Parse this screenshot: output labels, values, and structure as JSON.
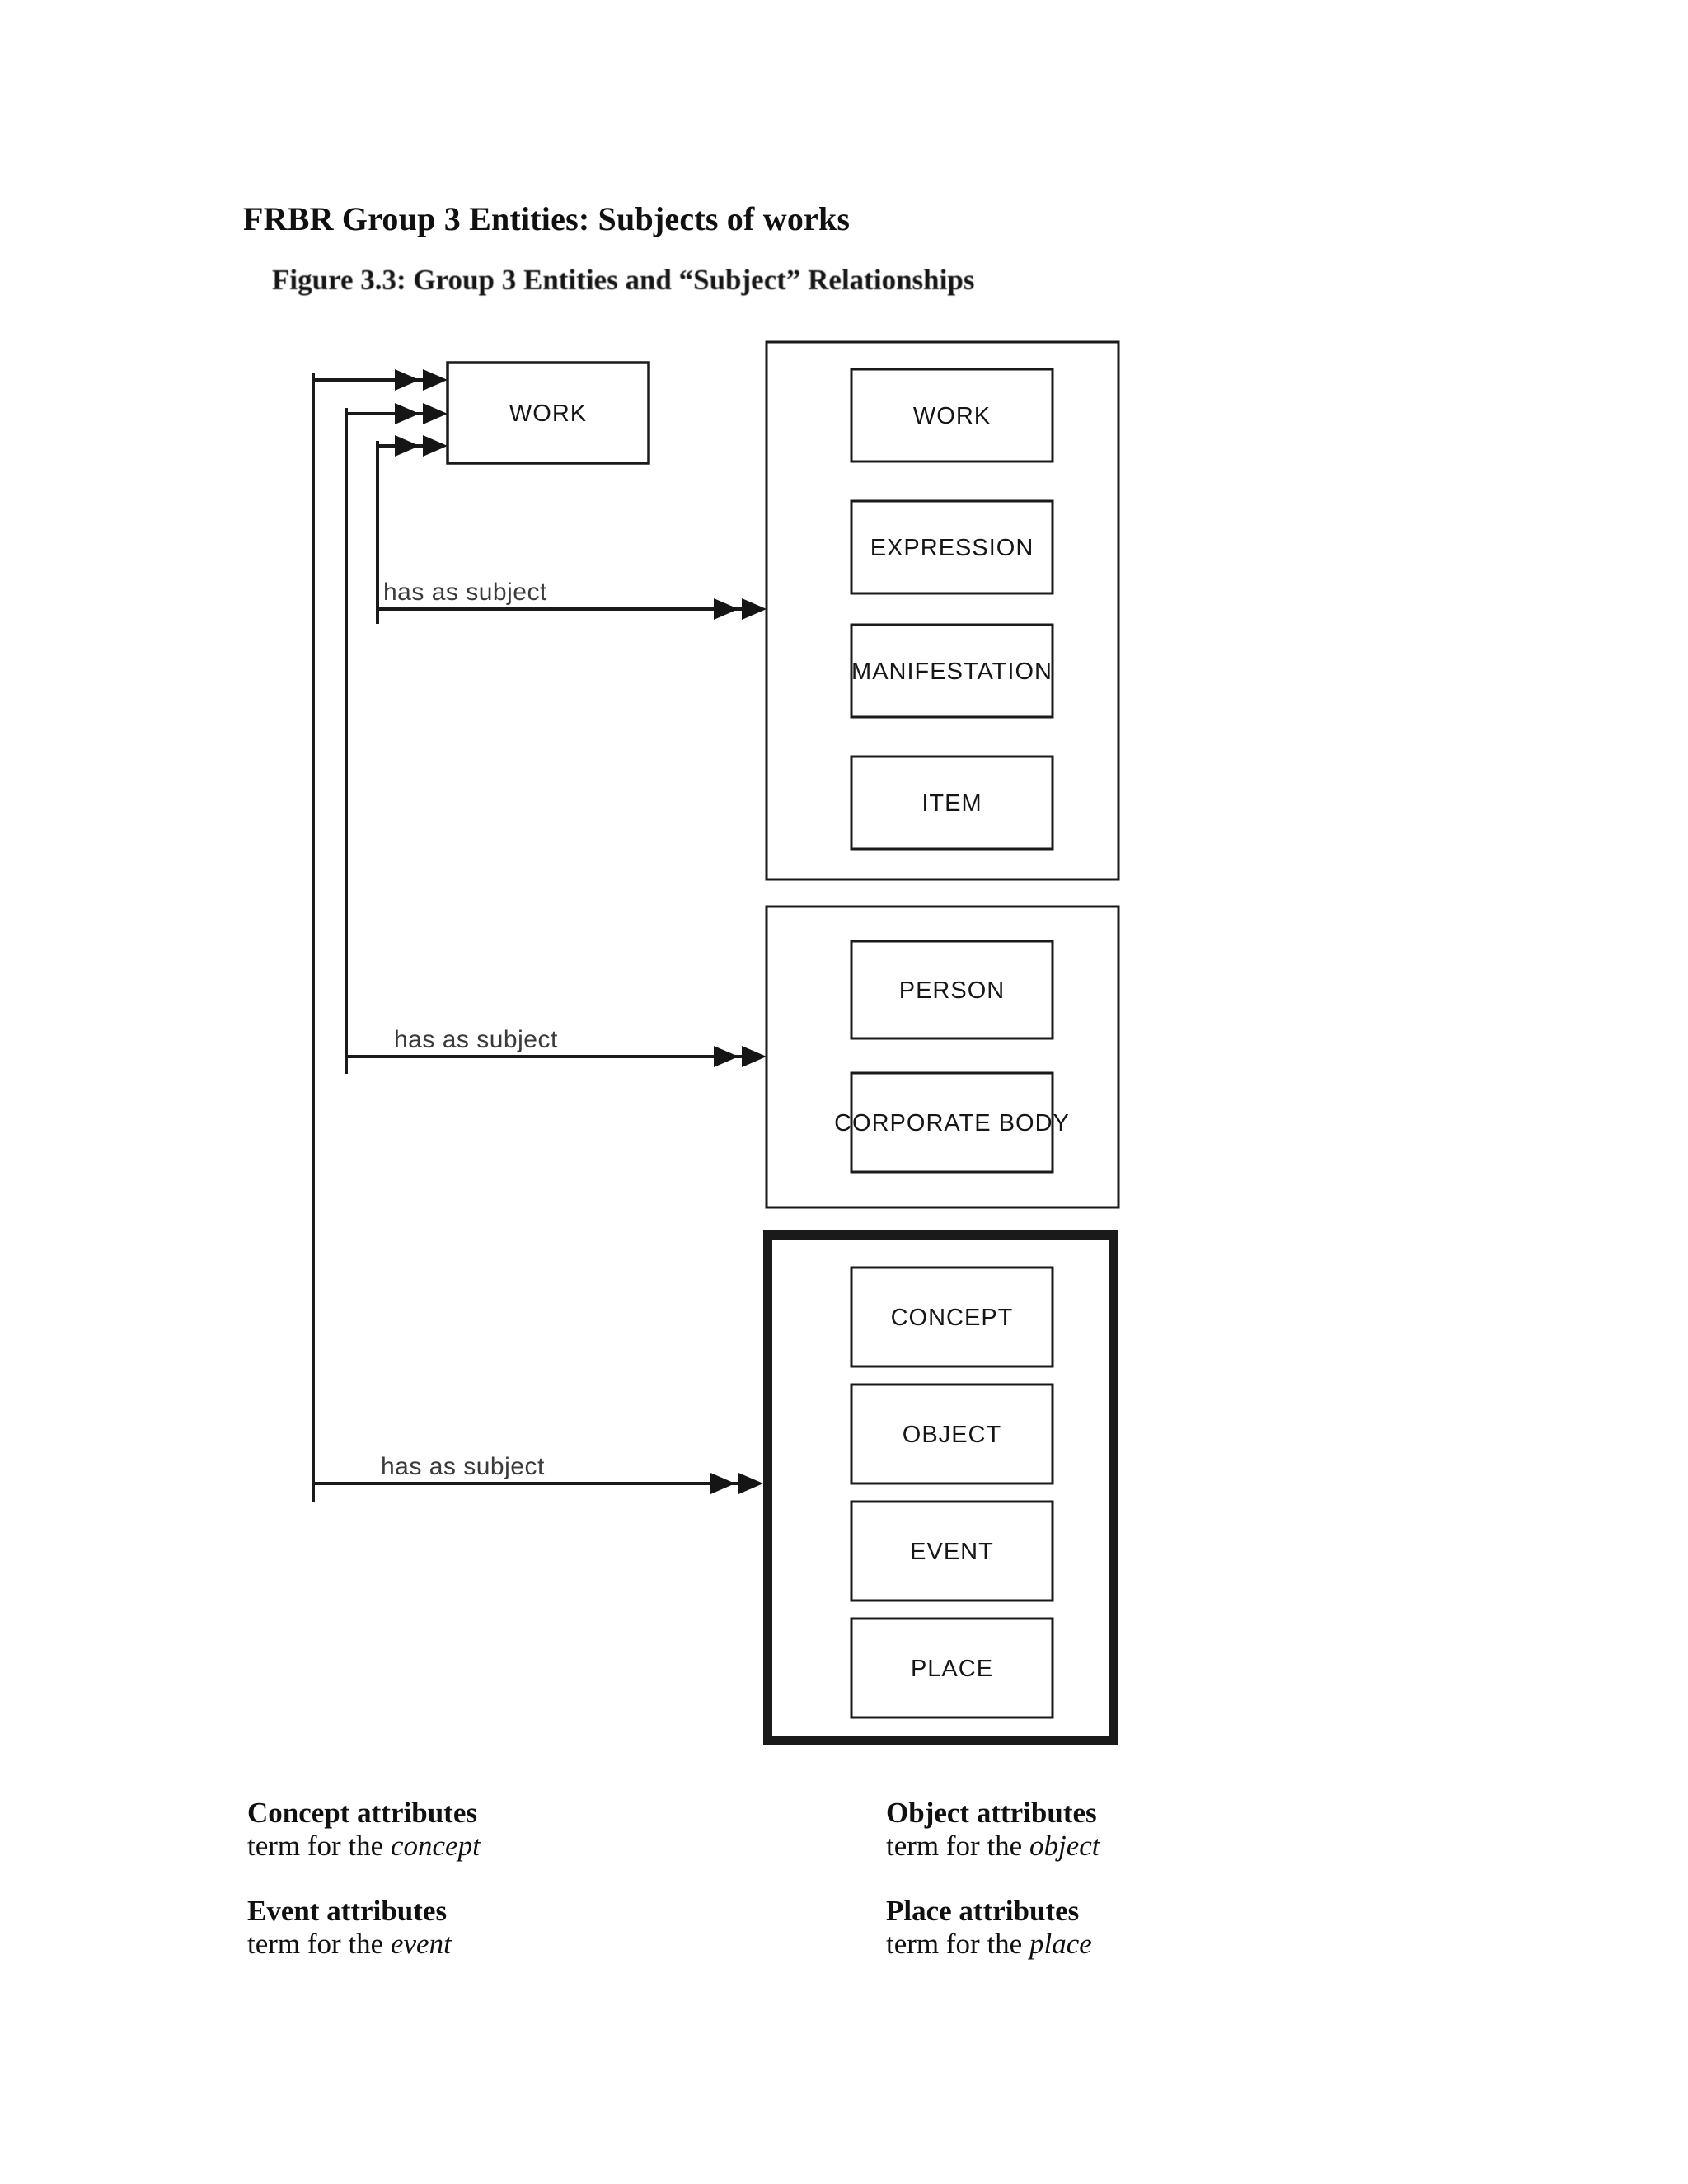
{
  "page": {
    "title": "FRBR Group 3 Entities: Subjects of works",
    "figure_caption": "Figure 3.3:  Group 3 Entities and “Subject” Relationships"
  },
  "diagram": {
    "source_entity": {
      "label": "WORK"
    },
    "relationship_label": "has as subject",
    "groups": [
      {
        "name": "group-1-wemi",
        "items": [
          "WORK",
          "EXPRESSION",
          "MANIFESTATION",
          "ITEM"
        ]
      },
      {
        "name": "group-2-agents",
        "items": [
          "PERSON",
          "CORPORATE BODY"
        ]
      },
      {
        "name": "group-3-subjects",
        "items": [
          "CONCEPT",
          "OBJECT",
          "EVENT",
          "PLACE"
        ]
      }
    ]
  },
  "footnotes": {
    "blocks": [
      {
        "heading": "Concept attributes",
        "prefix": "term for the ",
        "term": "concept"
      },
      {
        "heading": "Object attributes",
        "prefix": "term for the ",
        "term": "object"
      },
      {
        "heading": "Event attributes",
        "prefix": "term for the ",
        "term": "event"
      },
      {
        "heading": "Place attributes",
        "prefix": "term for the ",
        "term": "place"
      }
    ]
  },
  "colors": {
    "background": "#ffffff",
    "ink": "#1a1a1a",
    "relationship_text": "#3a3a3a"
  }
}
